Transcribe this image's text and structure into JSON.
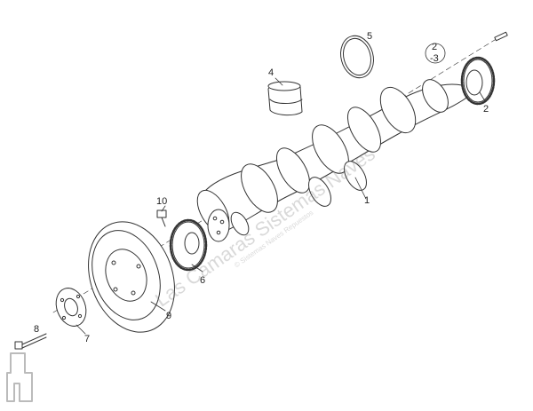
{
  "callouts": {
    "c1": "1",
    "c2": "2",
    "c3a": "2",
    "c3b": "-3",
    "c4": "4",
    "c5": "5",
    "c6": "6",
    "c7": "7",
    "c8": "8",
    "c9": "9",
    "c10": "10"
  },
  "watermark": {
    "main": "Las Camaras Sistemas Naves",
    "sub": "© Sistemas Naves Repuestos"
  },
  "colors": {
    "line": "#333333",
    "fill": "#ffffff",
    "watermark": "#9a9a9a"
  }
}
